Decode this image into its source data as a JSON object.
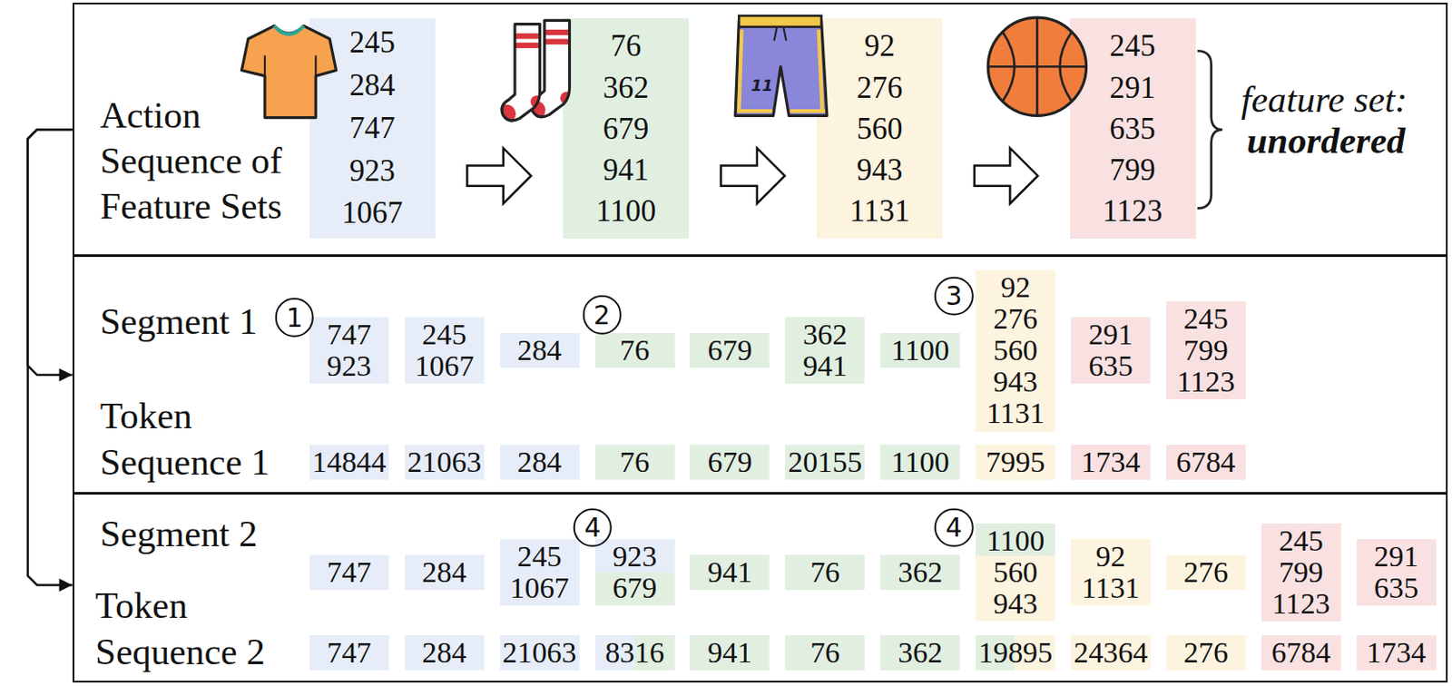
{
  "diagram": {
    "nodes": [
      {
        "text": [
          "Action Sequence of Feature Sets"
        ]
      },
      {
        "text": [
          "245 284 747 923 1067"
        ],
        "in": 0
      },
      {
        "text": [
          "76 362 679 941 1100"
        ],
        "in": 0
      },
      {
        "text": [
          "92 276 560 943 1131"
        ],
        "in": 0
      },
      {
        "text": [
          "245 291 635 799 1123"
        ],
        "in": 0
      },
      {
        "text": [
          "Segment 1",
          "Token Sequence 1"
        ]
      },
      {
        "text": [
          "747 923"
        ],
        "in": 5
      },
      {
        "text": [
          "245 1067"
        ],
        "in": 5
      },
      {
        "text": [
          "284"
        ],
        "in": 5
      },
      {
        "text": [
          "76"
        ],
        "in": 5
      },
      {
        "text": [
          "679"
        ],
        "in": 5
      },
      {
        "text": [
          "362 941"
        ],
        "in": 5
      },
      {
        "text": [
          "1100"
        ],
        "in": 5
      },
      {
        "text": [
          "92 276 560 943 1131"
        ],
        "in": 5
      },
      {
        "text": [
          "291 635"
        ],
        "in": 5
      },
      {
        "text": [
          "245 799 1123"
        ],
        "in": 5
      },
      {
        "text": [
          "14844"
        ],
        "in": 5
      },
      {
        "text": [
          "21063"
        ],
        "in": 5
      },
      {
        "text": [
          "284"
        ],
        "in": 5
      },
      {
        "text": [
          "76"
        ],
        "in": 5
      },
      {
        "text": [
          "679"
        ],
        "in": 5
      },
      {
        "text": [
          "20155"
        ],
        "in": 5
      },
      {
        "text": [
          "1100"
        ],
        "in": 5
      },
      {
        "text": [
          "7995"
        ],
        "in": 5
      },
      {
        "text": [
          "1734"
        ],
        "in": 5
      },
      {
        "text": [
          "6784"
        ],
        "in": 5
      },
      {
        "text": [
          "Segment 2",
          "Token Sequence 2"
        ]
      },
      {
        "text": [
          "747"
        ],
        "in": 26
      },
      {
        "text": [
          "284"
        ],
        "in": 26
      },
      {
        "text": [
          "245 1067"
        ],
        "in": 26
      },
      {
        "text": [
          "923 679"
        ],
        "in": 26
      },
      {
        "text": [
          "941"
        ],
        "in": 26
      },
      {
        "text": [
          "76"
        ],
        "in": 26
      },
      {
        "text": [
          "362"
        ],
        "in": 26
      },
      {
        "text": [
          "1100 560 943"
        ],
        "in": 26
      },
      {
        "text": [
          "92 1131"
        ],
        "in": 26
      },
      {
        "text": [
          "276"
        ],
        "in": 26
      },
      {
        "text": [
          "245 799 1123"
        ],
        "in": 26
      },
      {
        "text": [
          "291 635"
        ],
        "in": 26
      },
      {
        "text": [
          "747"
        ],
        "in": 26
      },
      {
        "text": [
          "284"
        ],
        "in": 26
      },
      {
        "text": [
          "21063"
        ],
        "in": 26
      },
      {
        "text": [
          "8316"
        ],
        "in": 26
      },
      {
        "text": [
          "941"
        ],
        "in": 26
      },
      {
        "text": [
          "76"
        ],
        "in": 26
      },
      {
        "text": [
          "362"
        ],
        "in": 26
      },
      {
        "text": [
          "19895"
        ],
        "in": 26
      },
      {
        "text": [
          "24364"
        ],
        "in": 26
      },
      {
        "text": [
          "276"
        ],
        "in": 26
      },
      {
        "text": [
          "6784"
        ],
        "in": 26
      },
      {
        "text": [
          "1734"
        ],
        "in": 26
      }
    ],
    "edges": [
      {
        "from": 1,
        "to": 2,
        "arrow": "to"
      },
      {
        "from": 2,
        "to": 3,
        "arrow": "to"
      },
      {
        "from": 3,
        "to": 4,
        "arrow": "to"
      },
      {
        "from": 0,
        "to": 5,
        "arrow": "to"
      },
      {
        "from": 0,
        "to": 26,
        "arrow": "to"
      }
    ],
    "labels": [
      "11",
      "feature set:",
      "unordered",
      "1",
      "2",
      "3",
      "4",
      "4"
    ]
  }
}
